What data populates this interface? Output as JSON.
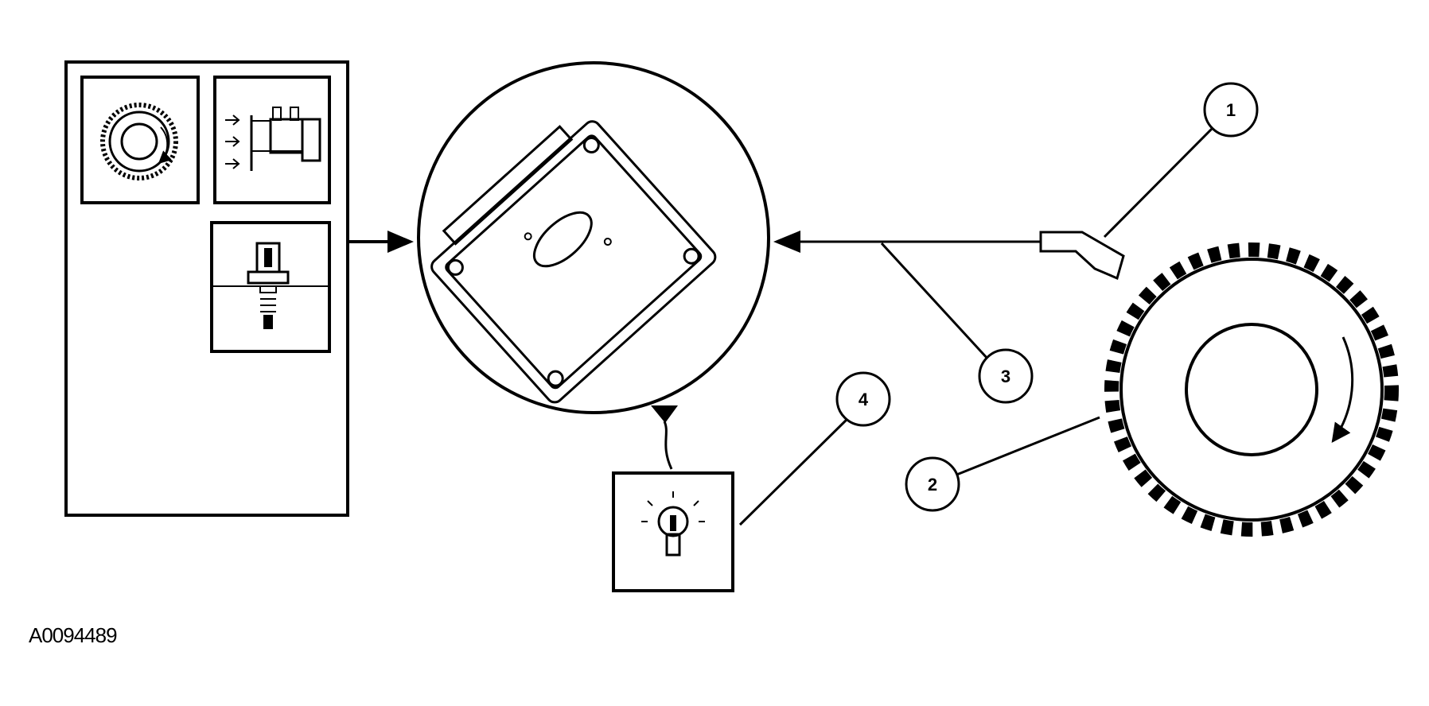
{
  "figure_id": "A0094489",
  "callouts": [
    {
      "label": "1"
    },
    {
      "label": "2"
    },
    {
      "label": "3"
    },
    {
      "label": "4"
    }
  ],
  "colors": {
    "line": "#000000",
    "background": "#ffffff"
  },
  "icons": [
    "reluctor-wheel-icon",
    "relay-icon",
    "switch-sensor-icon",
    "module-icon",
    "sensor-icon",
    "tone-wheel-icon",
    "warning-lamp-icon",
    "arrow-icon"
  ]
}
